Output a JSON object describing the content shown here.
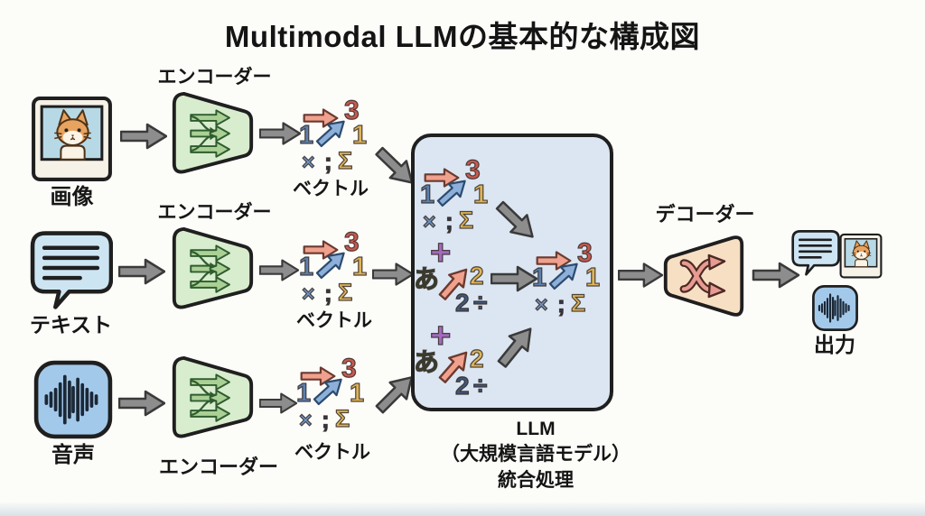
{
  "title": "Multimodal LLMの基本的な構成図",
  "inputs": [
    {
      "label": "画像"
    },
    {
      "label": "テキスト"
    },
    {
      "label": "音声"
    }
  ],
  "encoder_label": "エンコーダー",
  "vector_label": "ベクトル",
  "decoder_label": "デコーダー",
  "output_label": "出力",
  "llm_caption": {
    "line1": "LLM",
    "line2": "（大規模言語モデル）",
    "line3": "統合処理"
  },
  "vector_tokens": {
    "three": "3",
    "one_blue": "1",
    "one_yellow": "1",
    "times": "×",
    "semicolon": ";",
    "sigma": "Σ"
  },
  "mix_tokens": {
    "plus": "+",
    "hiragana_a": "あ",
    "two_yellow": "2",
    "two_navy": "2",
    "divide": "÷"
  },
  "icons": {
    "image_input": "cat-photo-icon",
    "text_input": "speech-bubble-icon",
    "audio_input": "audio-waveform-icon",
    "encoder": "merge-arrows-icon",
    "decoder": "shuffle-arrows-icon",
    "flow": "gray-arrow-icon"
  },
  "colors": {
    "background": "#fcfcf9",
    "encoder_fill": "#d8ecce",
    "decoder_fill": "#f7dfc3",
    "llm_box_fill": "#dbe6f2",
    "arrow_gray": "#8d8d8d",
    "arrow_salmon": "#f0a18d",
    "arrow_blue": "#8cb0d9",
    "token_red": "#c65a50",
    "token_blue": "#5b80ad",
    "token_yellow": "#ddb55a",
    "token_purple": "#a36bbf",
    "token_green": "#61915a",
    "token_navy": "#41587a"
  }
}
